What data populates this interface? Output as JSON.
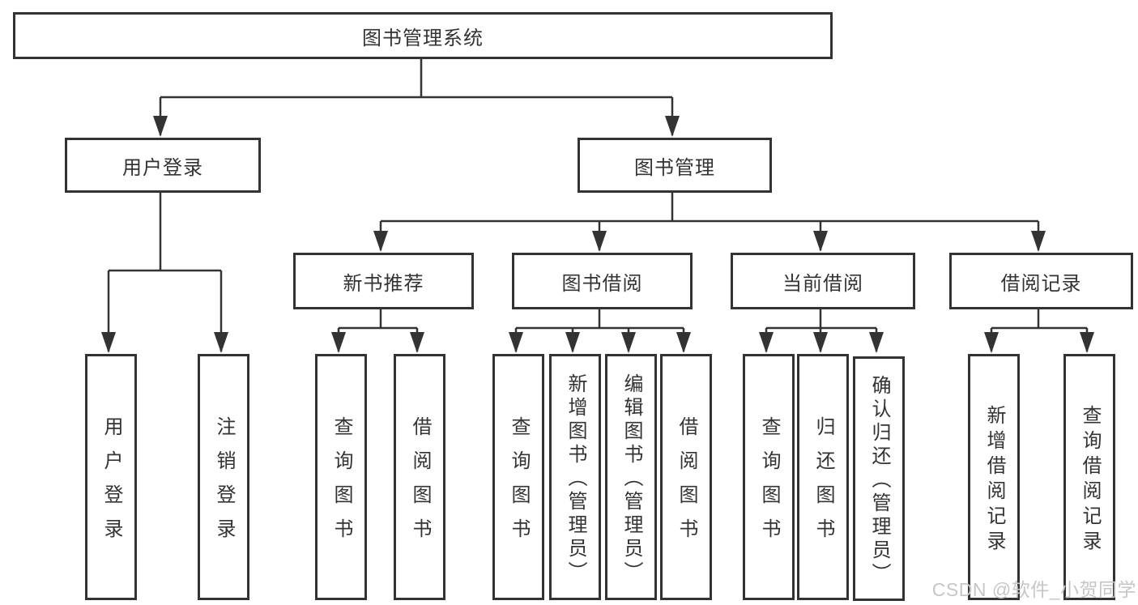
{
  "diagram": {
    "type": "hierarchy-tree",
    "colors": {
      "line": "#333333",
      "text": "#333333",
      "box_fill": "#ffffff",
      "watermark": "#c6c6c6"
    },
    "root": {
      "label": "图书管理系统"
    },
    "branches": [
      {
        "label": "用户登录",
        "children": [
          {
            "label": "用户登录"
          },
          {
            "label": "注销登录"
          }
        ]
      },
      {
        "label": "图书管理",
        "children": [
          {
            "label": "新书推荐",
            "children": [
              {
                "label": "查询图书"
              },
              {
                "label": "借阅图书"
              }
            ]
          },
          {
            "label": "图书借阅",
            "children": [
              {
                "label": "查询图书"
              },
              {
                "label": "新增图书（管理员）"
              },
              {
                "label": "编辑图书（管理员）"
              },
              {
                "label": "借阅图书"
              }
            ]
          },
          {
            "label": "当前借阅",
            "children": [
              {
                "label": "查询图书"
              },
              {
                "label": "归还图书"
              },
              {
                "label": "确认归还（管理员）"
              }
            ]
          },
          {
            "label": "借阅记录",
            "children": [
              {
                "label": "新增借阅记录"
              },
              {
                "label": "查询借阅记录"
              }
            ]
          }
        ]
      }
    ],
    "watermark": {
      "text": "CSDN @软件_小贺同学"
    }
  }
}
